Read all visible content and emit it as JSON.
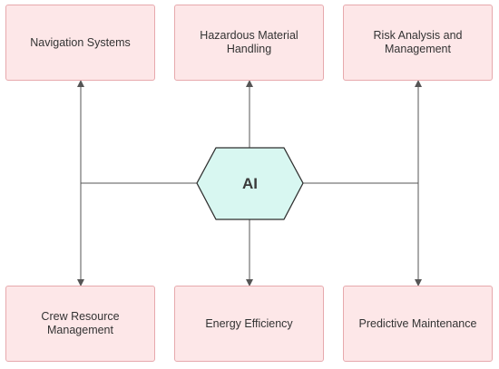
{
  "diagram": {
    "hub": {
      "label": "AI",
      "fill": "#d8f7f1",
      "stroke": "#2f2f2f"
    },
    "nodes": [
      {
        "id": "navigation",
        "label": "Navigation Systems"
      },
      {
        "id": "hazardous",
        "label": "Hazardous Material Handling"
      },
      {
        "id": "risk",
        "label": "Risk Analysis and Management"
      },
      {
        "id": "crew",
        "label": "Crew Resource Management"
      },
      {
        "id": "energy",
        "label": "Energy Efficiency"
      },
      {
        "id": "predictive",
        "label": "Predictive Maintenance"
      }
    ],
    "node_fill": "#fde7e8",
    "node_stroke": "#e7a9ad",
    "connector_color": "#555555"
  }
}
